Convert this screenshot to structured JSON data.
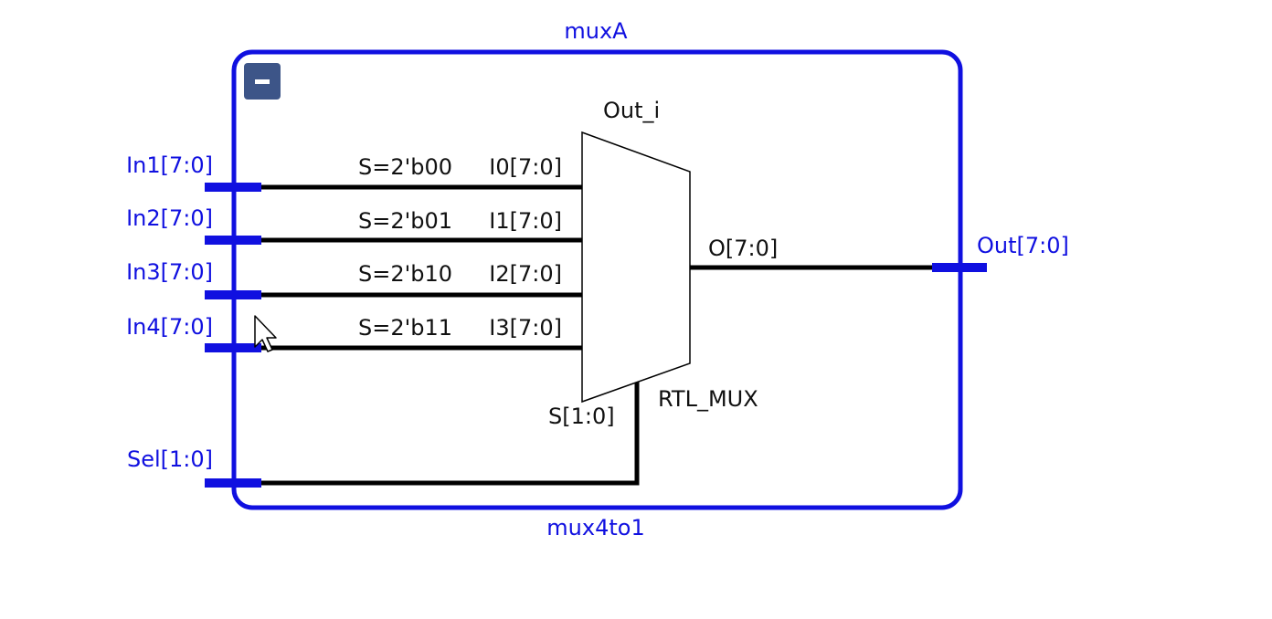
{
  "module": {
    "instance_name": "muxA",
    "module_name": "mux4to1",
    "colors": {
      "boundary": "#1010e0",
      "collapse_button": "#3d5588",
      "wire": "#000000"
    }
  },
  "input_ports": [
    {
      "label": "In1[7:0]",
      "select_value": "S=2'b00",
      "mux_pin": "I0[7:0]"
    },
    {
      "label": "In2[7:0]",
      "select_value": "S=2'b01",
      "mux_pin": "I1[7:0]"
    },
    {
      "label": "In3[7:0]",
      "select_value": "S=2'b10",
      "mux_pin": "I2[7:0]"
    },
    {
      "label": "In4[7:0]",
      "select_value": "S=2'b11",
      "mux_pin": "I3[7:0]"
    }
  ],
  "select_port": {
    "label": "Sel[1:0]"
  },
  "output_port": {
    "label": "Out[7:0]"
  },
  "mux_cell": {
    "instance_name": "Out_i",
    "cell_type": "RTL_MUX",
    "output_pin": "O[7:0]",
    "select_pin": "S[1:0]"
  },
  "collapse_button": {
    "icon": "minus-icon"
  },
  "cursor": {
    "icon": "mouse-pointer-icon"
  }
}
